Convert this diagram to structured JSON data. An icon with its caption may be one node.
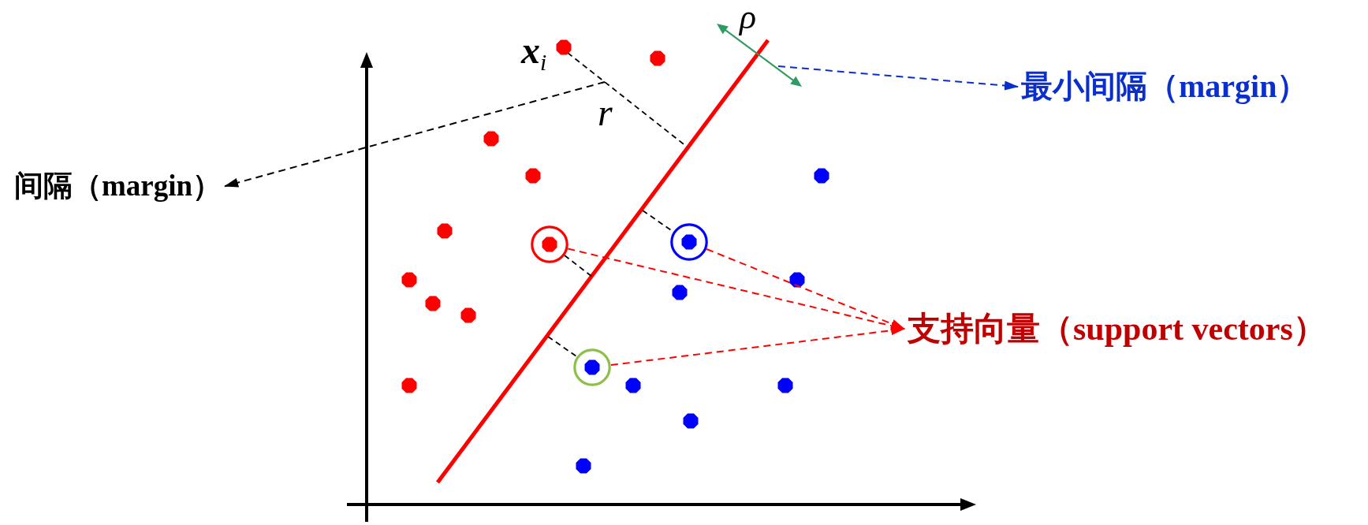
{
  "diagram": {
    "nodes": [
      {
        "text": [
          "最小间隔（margin）"
        ]
      },
      {
        "text": [
          "间隔（margin）"
        ]
      },
      {
        "text": [],
        "shape": "circle"
      },
      {
        "text": [],
        "shape": "circle"
      },
      {
        "text": [],
        "shape": "circle"
      },
      {
        "text": [
          "支持向量（support vectors）"
        ]
      }
    ],
    "edges": [
      {
        "from": null,
        "to": 0,
        "arrow": "to",
        "style": "dashed",
        "color": "#0b2fcc"
      },
      {
        "from": null,
        "to": 1,
        "arrow": "to",
        "style": "dashed",
        "color": "#000000"
      },
      {
        "from": 2,
        "to": 5,
        "arrow": "to",
        "style": "dashed"
      },
      {
        "from": 3,
        "to": 5,
        "arrow": "to",
        "style": "dashed"
      },
      {
        "from": 4,
        "to": 5,
        "arrow": "to",
        "style": "dashed"
      }
    ],
    "labels": [
      "ρ",
      "**x**$_{i}$",
      "r"
    ]
  }
}
